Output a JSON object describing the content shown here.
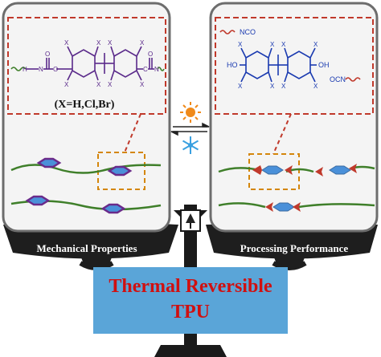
{
  "left_panel": {
    "formula_atoms": {
      "x": "X",
      "h": "H",
      "o": "O",
      "c": "C",
      "n": "N"
    },
    "substituent_note": "(X=H,Cl,Br)",
    "caption": "Mechanical Properties"
  },
  "right_panel": {
    "nco_label": "NCO",
    "ho_label": "HO",
    "oh_label": "OH",
    "x_label": "X",
    "ocn_label": "OCN",
    "caption": "Processing Performance"
  },
  "center": {
    "heat_icon": "sun-icon",
    "cool_icon": "snowflake-icon"
  },
  "base_box": {
    "line1": "Thermal Reversible",
    "line2": "TPU"
  },
  "colors": {
    "panel_border": "#6d6d6d",
    "panel_fill": "#f4f4f4",
    "dashed_red": "#c0392b",
    "dashed_orange": "#d4860b",
    "chain_green": "#3f7f2a",
    "hexagon_blue": "#4a90d9",
    "hexagon_purple": "#6a2a8a",
    "chevron_red": "#c0392b",
    "pan_dark": "#222222",
    "base_blue": "#5aa5d8",
    "base_text_red": "#d01010",
    "molecule_left": "#5a2a8a",
    "molecule_right": "#1a3ab0",
    "sun_orange": "#f08a1a",
    "snow_blue": "#3aa0e0"
  }
}
